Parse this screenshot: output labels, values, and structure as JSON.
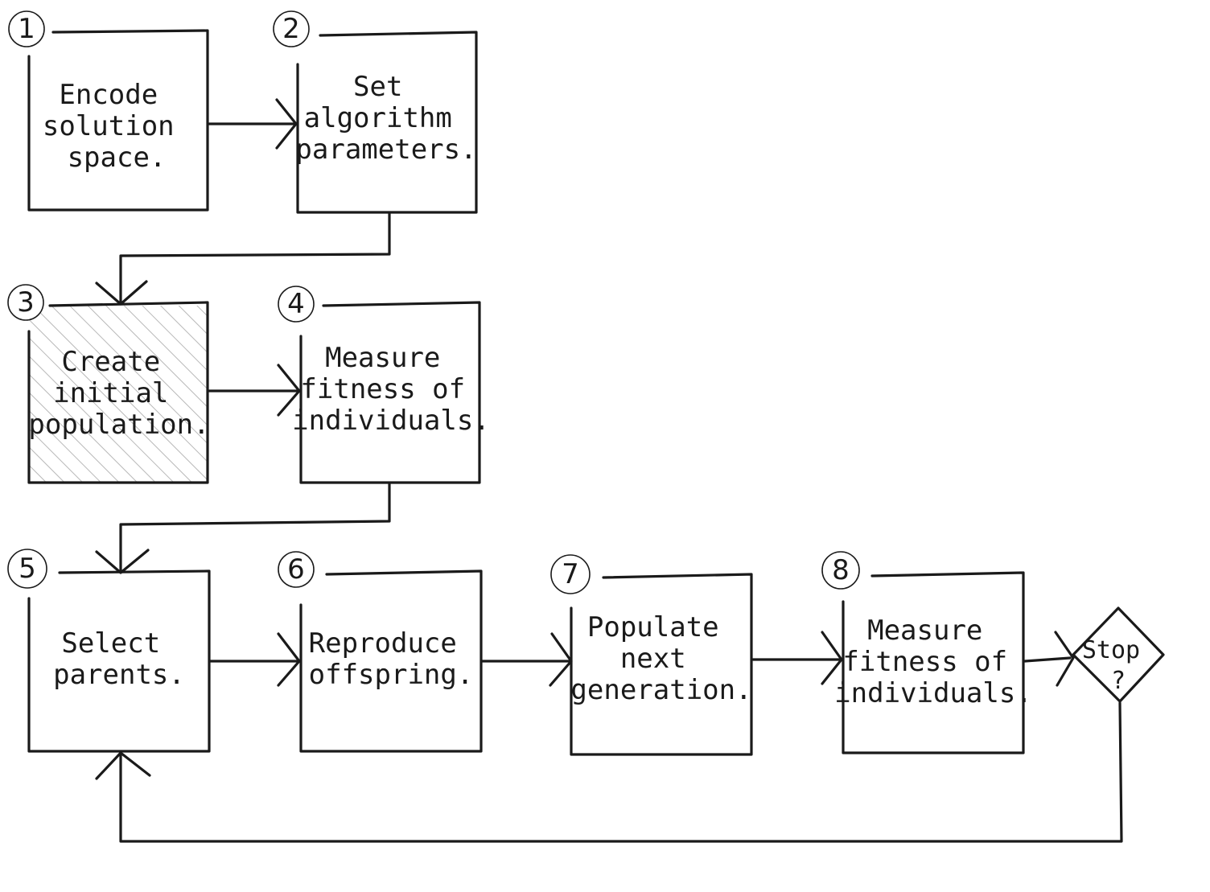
{
  "steps": [
    {
      "number": "1",
      "lines": [
        "Encode",
        "solution",
        "space."
      ]
    },
    {
      "number": "2",
      "lines": [
        "Set",
        "algorithm",
        "parameters."
      ]
    },
    {
      "number": "3",
      "lines": [
        "Create",
        "initial",
        "population."
      ]
    },
    {
      "number": "4",
      "lines": [
        "Measure",
        "fitness of",
        "individuals."
      ]
    },
    {
      "number": "5",
      "lines": [
        "Select",
        "parents."
      ]
    },
    {
      "number": "6",
      "lines": [
        "Reproduce",
        "offspring."
      ]
    },
    {
      "number": "7",
      "lines": [
        "Populate",
        "next",
        "generation."
      ]
    },
    {
      "number": "8",
      "lines": [
        "Measure",
        "fitness of",
        "individuals."
      ]
    }
  ],
  "decision": {
    "lines": [
      "Stop",
      "?"
    ]
  }
}
